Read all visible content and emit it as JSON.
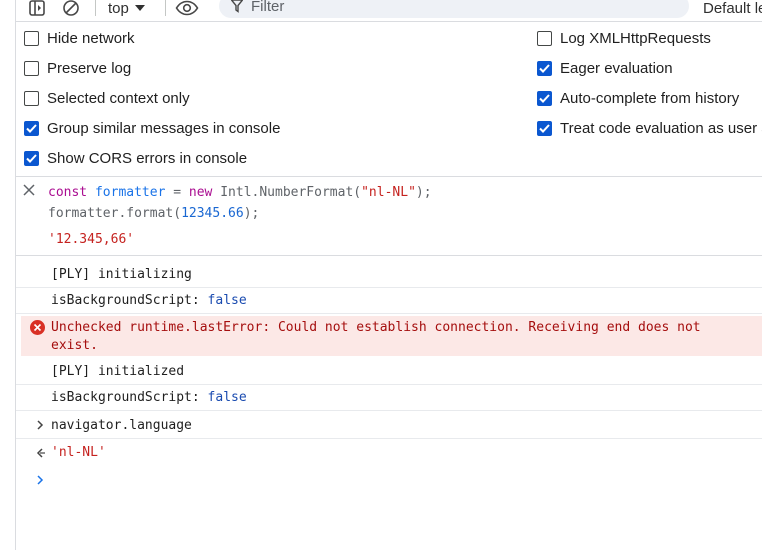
{
  "toolbar": {
    "context": "top",
    "filter_placeholder": "Filter",
    "levels_label": "Default le"
  },
  "settings": {
    "left": [
      {
        "label": "Hide network",
        "checked": false
      },
      {
        "label": "Preserve log",
        "checked": false
      },
      {
        "label": "Selected context only",
        "checked": false
      },
      {
        "label": "Group similar messages in console",
        "checked": true
      },
      {
        "label": "Show CORS errors in console",
        "checked": true
      }
    ],
    "right": [
      {
        "label": "Log XMLHttpRequests",
        "checked": false
      },
      {
        "label": "Eager evaluation",
        "checked": true
      },
      {
        "label": "Auto-complete from history",
        "checked": true
      },
      {
        "label": "Treat code evaluation as user a",
        "checked": true
      }
    ]
  },
  "console": {
    "expression": {
      "line1": {
        "kw_const": "const",
        "var_name": "formatter",
        "eq": " = ",
        "kw_new": "new",
        "ctor": " Intl.NumberFormat(",
        "arg": "\"nl-NL\"",
        "tail": ");"
      },
      "line2": {
        "call": "formatter.format(",
        "num": "12345.66",
        "tail": ");"
      },
      "result": "'12.345,66'"
    },
    "messages": [
      {
        "text": "[PLY] initializing"
      },
      {
        "key": "isBackgroundScript: ",
        "value": "false"
      },
      {
        "error": "Unchecked runtime.lastError: Could not establish connection. Receiving end does not\nexist."
      },
      {
        "text": "[PLY] initialized"
      },
      {
        "key": "isBackgroundScript: ",
        "value": "false"
      }
    ],
    "input": "navigator.language",
    "output": "'nl-NL'"
  },
  "colors": {
    "accent": "#0b57d0",
    "error_bg": "#fce8e6",
    "error_text": "#a50e0e",
    "string": "#c5221f"
  },
  "icons": [
    "sidebar-toggle-icon",
    "clear-console-icon",
    "dropdown-caret-icon",
    "eye-icon",
    "filter-funnel-icon",
    "close-icon",
    "checkmark-icon",
    "error-icon",
    "chevron-right-icon",
    "chevron-left-icon"
  ]
}
